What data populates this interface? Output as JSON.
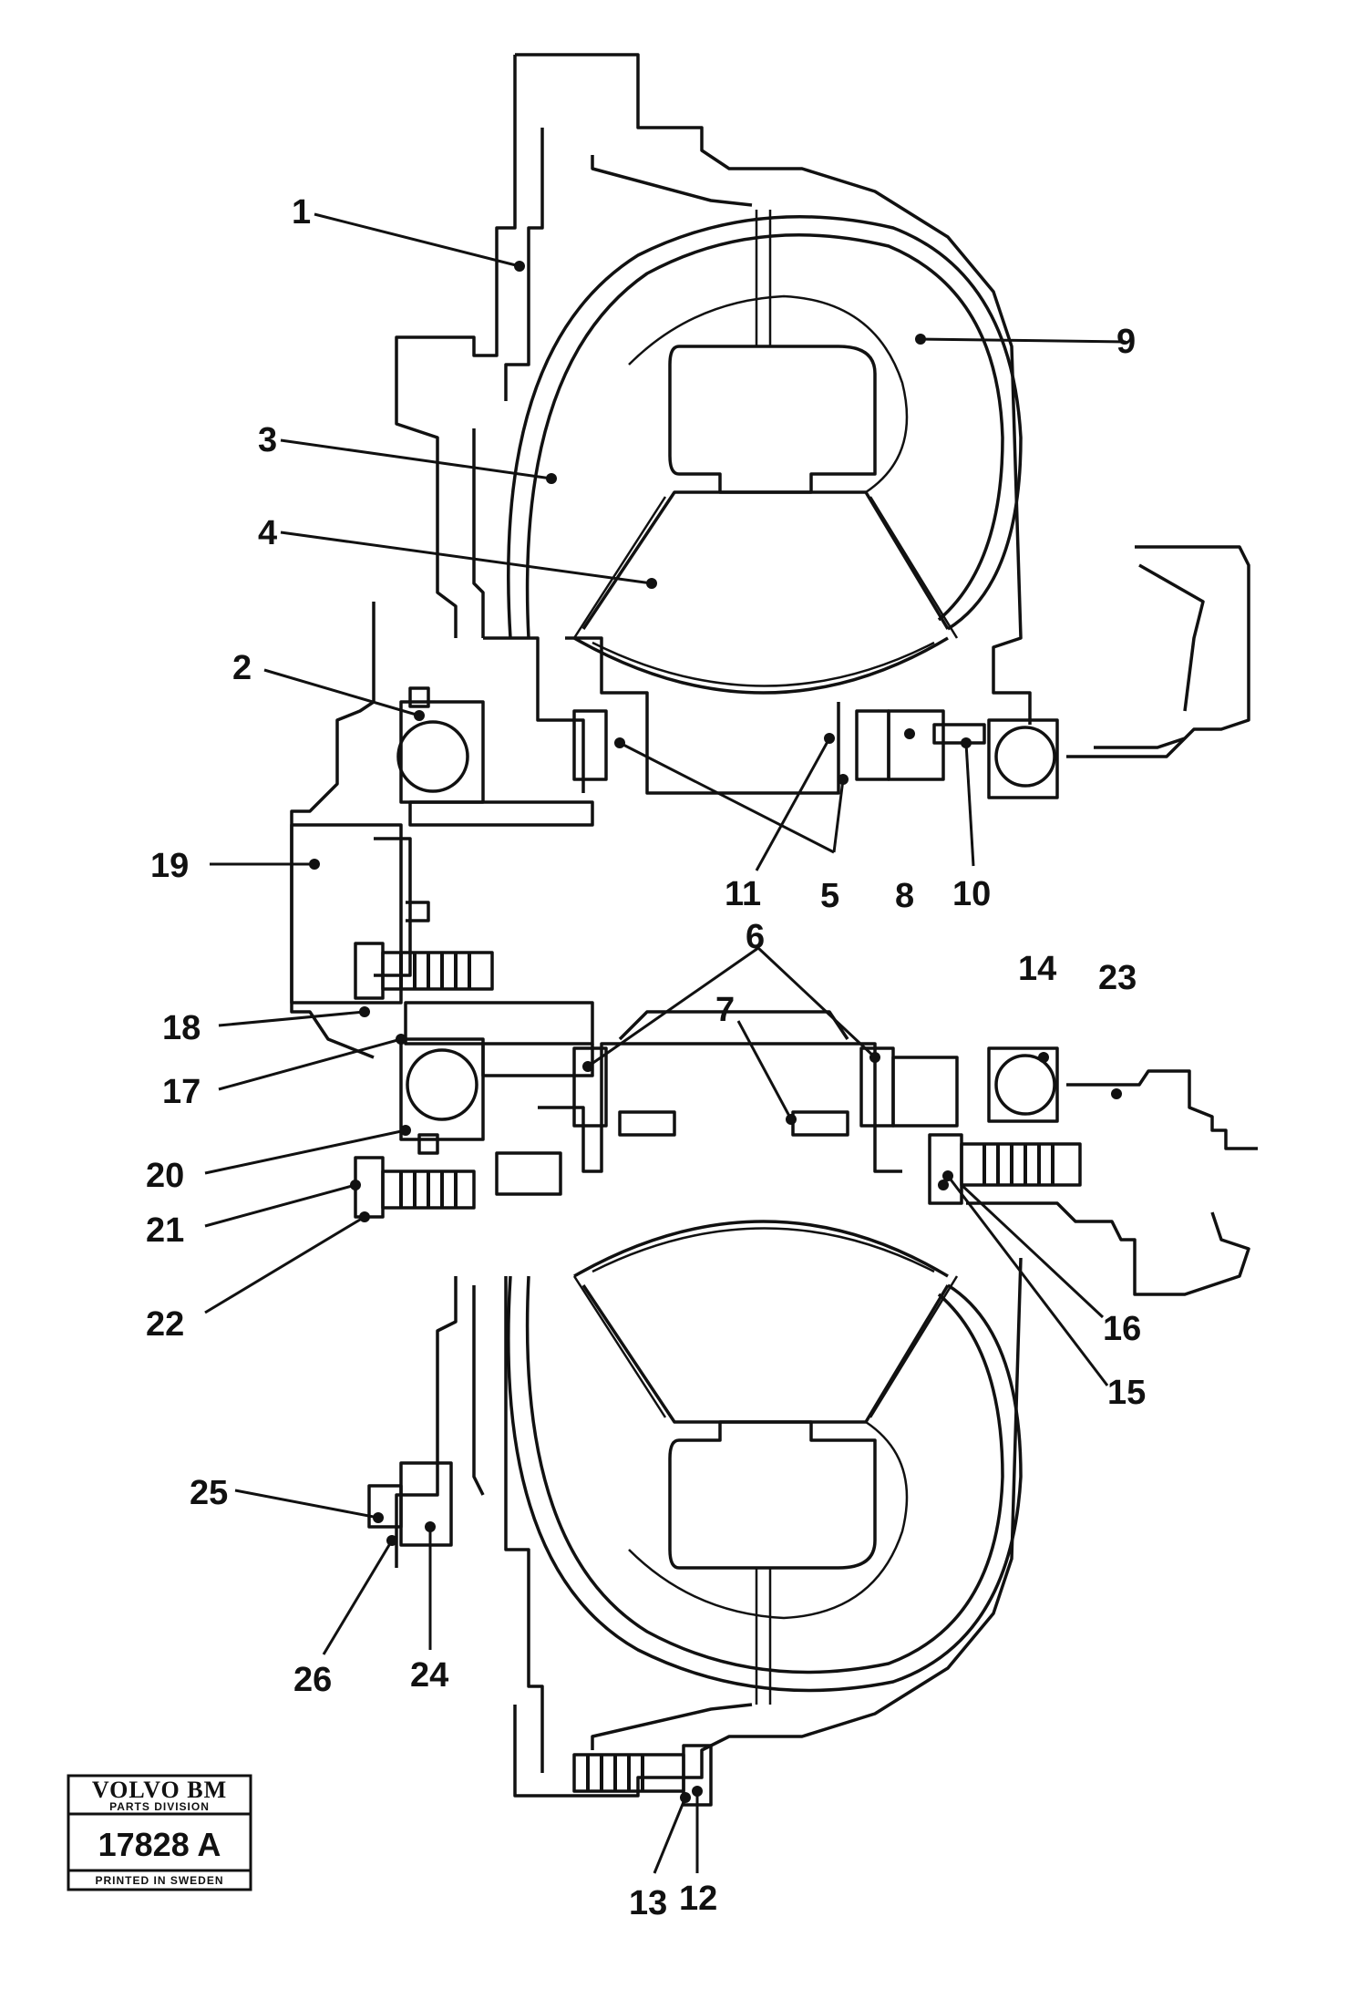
{
  "diagram": {
    "callouts": [
      "1",
      "2",
      "3",
      "4",
      "5",
      "6",
      "7",
      "8",
      "9",
      "10",
      "11",
      "12",
      "13",
      "14",
      "15",
      "16",
      "17",
      "18",
      "19",
      "20",
      "21",
      "22",
      "23",
      "24",
      "25",
      "26"
    ]
  },
  "stamp": {
    "brand": "VOLVO BM",
    "division": "PARTS DIVISION",
    "reference": "17828 A",
    "printed": "PRINTED IN SWEDEN"
  }
}
